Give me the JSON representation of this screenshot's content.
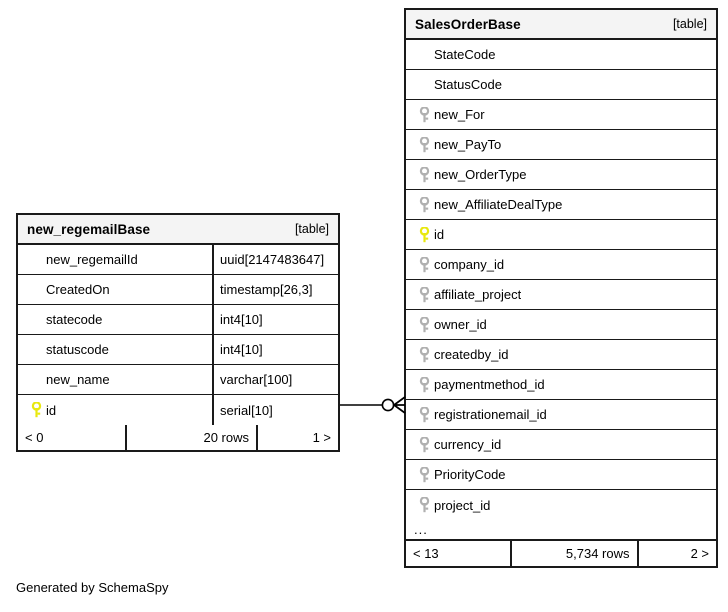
{
  "diagram": {
    "caption": "Generated by SchemaSpy",
    "table_tag": "[table]",
    "ellipsis": "...",
    "colors": {
      "primary_key_icon": "#e8e80f",
      "foreign_key_icon": "#b0b0b0",
      "border": "#1a1a1a",
      "header_background": "#f4f4f4",
      "row_background": "#ffffff"
    }
  },
  "tables": [
    {
      "name": "new_regemailBase",
      "tag": "[table]",
      "columns": [
        {
          "name": "new_regemailId",
          "type": "uuid[2147483647]",
          "key": "none"
        },
        {
          "name": "CreatedOn",
          "type": "timestamp[26,3]",
          "key": "none"
        },
        {
          "name": "statecode",
          "type": "int4[10]",
          "key": "none"
        },
        {
          "name": "statuscode",
          "type": "int4[10]",
          "key": "none"
        },
        {
          "name": "new_name",
          "type": "varchar[100]",
          "key": "none"
        },
        {
          "name": "id",
          "type": "serial[10]",
          "key": "primary"
        }
      ],
      "footer": {
        "left": "< 0",
        "middle": "20 rows",
        "right": "1 >"
      }
    },
    {
      "name": "SalesOrderBase",
      "tag": "[table]",
      "columns": [
        {
          "name": "StateCode",
          "key": "none"
        },
        {
          "name": "StatusCode",
          "key": "none"
        },
        {
          "name": "new_For",
          "key": "foreign"
        },
        {
          "name": "new_PayTo",
          "key": "foreign"
        },
        {
          "name": "new_OrderType",
          "key": "foreign"
        },
        {
          "name": "new_AffiliateDealType",
          "key": "foreign"
        },
        {
          "name": "id",
          "key": "primary"
        },
        {
          "name": "company_id",
          "key": "foreign"
        },
        {
          "name": "affiliate_project",
          "key": "foreign"
        },
        {
          "name": "owner_id",
          "key": "foreign"
        },
        {
          "name": "createdby_id",
          "key": "foreign"
        },
        {
          "name": "paymentmethod_id",
          "key": "foreign"
        },
        {
          "name": "registrationemail_id",
          "key": "foreign"
        },
        {
          "name": "currency_id",
          "key": "foreign"
        },
        {
          "name": "PriorityCode",
          "key": "foreign"
        },
        {
          "name": "project_id",
          "key": "foreign"
        }
      ],
      "more_indicator": "...",
      "footer": {
        "left": "< 13",
        "middle": "5,734 rows",
        "right": "2 >"
      }
    }
  ],
  "relationship": {
    "from_table": "new_regemailBase",
    "from_column": "id",
    "to_table": "SalesOrderBase",
    "to_column": "registrationemail_id",
    "notation": "zero-or-many"
  }
}
